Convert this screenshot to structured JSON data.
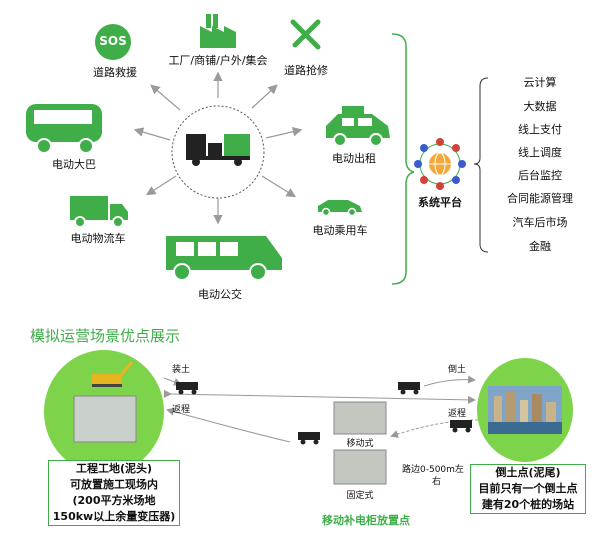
{
  "top": {
    "center_icon": "electric-truck-icon",
    "nodes": {
      "sos": {
        "badge": "SOS",
        "label": "道路救援"
      },
      "factory": {
        "label": "工厂/商铺/户外/集会"
      },
      "repair": {
        "label": "道路抢修"
      },
      "bus": {
        "label": "电动大巴"
      },
      "taxi": {
        "label": "电动出租"
      },
      "logistics": {
        "label": "电动物流车"
      },
      "car": {
        "label": "电动乘用车"
      },
      "public_bus": {
        "label": "电动公交"
      },
      "platform": {
        "label": "系统平台"
      }
    },
    "services": [
      "云计算",
      "大数据",
      "线上支付",
      "线上调度",
      "后台监控",
      "合同能源管理",
      "汽车后市场",
      "金融"
    ]
  },
  "bottom": {
    "heading": "模拟运营场景优点展示",
    "left_arrow_labels": {
      "load": "装土",
      "return": "返程"
    },
    "right_arrow_labels": {
      "dump": "倒土",
      "return": "返程"
    },
    "mobile_label": "移动式",
    "fixed_label": "固定式",
    "distance_label": [
      "路边0-500m左",
      "右"
    ],
    "caption": "移动补电柜放置点",
    "left_box": [
      "工程工地(泥头)",
      "可放置施工现场内",
      "(200平方米场地",
      "150kw以上余量变压器)"
    ],
    "right_box": [
      "倒土点(泥尾)",
      "目前只有一个倒土点",
      "建有20个桩的场站"
    ]
  },
  "colors": {
    "green": "#3fae49",
    "light_green": "#7dd44a",
    "arrow_gray": "#9a9a9a"
  }
}
